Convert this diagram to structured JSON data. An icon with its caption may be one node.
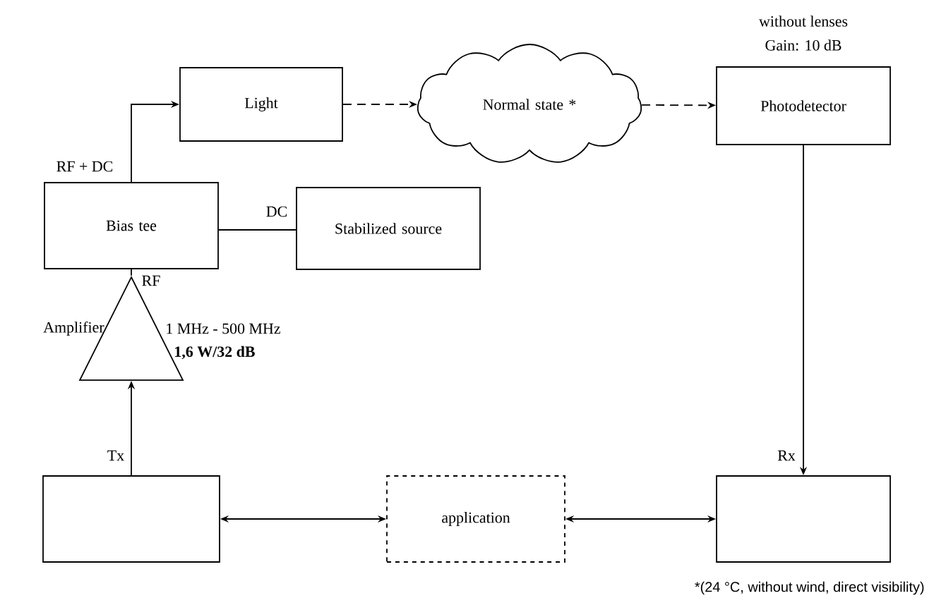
{
  "diagram": {
    "nodes": [
      {
        "text": [
          "Light"
        ]
      },
      {
        "text": [
          "Normal state *"
        ]
      },
      {
        "text": [
          "Photodetector"
        ],
        "beside": [
          "without lenses",
          "Gain: 10 dB"
        ]
      },
      {
        "text": [
          "Bias tee"
        ]
      },
      {
        "text": [
          "Stabilized source"
        ]
      },
      {
        "text": [],
        "shape": "triangle",
        "beside": [
          "Amplifier",
          "1 MHz - 500 MHz",
          "1,6 W/32 dB"
        ]
      },
      {
        "text": [],
        "shape": "box"
      },
      {
        "text": [
          "application"
        ]
      },
      {
        "text": [],
        "shape": "box"
      }
    ],
    "edges": [
      {
        "from": 3,
        "to": 0,
        "arrow": "to",
        "label": "RF + DC"
      },
      {
        "from": 4,
        "to": 3,
        "arrow": "none",
        "label": "DC"
      },
      {
        "from": 5,
        "to": 3,
        "arrow": "none",
        "label": "RF"
      },
      {
        "from": 6,
        "to": 5,
        "arrow": "to",
        "label": "Tx"
      },
      {
        "from": 0,
        "to": 1,
        "arrow": "to",
        "style": "dashed"
      },
      {
        "from": 1,
        "to": 2,
        "arrow": "to",
        "style": "dashed"
      },
      {
        "from": 2,
        "to": 8,
        "arrow": "to",
        "label": "Rx"
      },
      {
        "from": 6,
        "to": 7,
        "arrow": "both"
      },
      {
        "from": 7,
        "to": 8,
        "arrow": "both"
      }
    ],
    "labels": [
      "*(24 °C, without wind, direct visibility)"
    ]
  }
}
